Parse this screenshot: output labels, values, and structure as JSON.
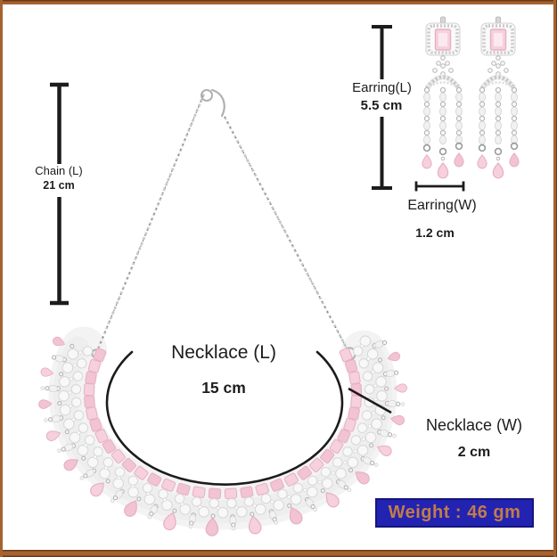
{
  "colors": {
    "ink": "#1c1c1c",
    "frame": "#a6622e",
    "frame_edge": "#6b3918",
    "weight_bg": "#2323b1",
    "weight_border": "#15157e",
    "weight_text": "#c27c4b",
    "pink": "#f6d0dd",
    "pink_deep": "#f2c3d3",
    "pink_stroke": "#e7afc2",
    "silver": "#d7d7d7",
    "silver_dark": "#b0b0b0",
    "bead_fill": "#f8f8f8",
    "bead_stroke": "#d9d9d9",
    "chain_gray": "#c7c7c7",
    "chain_dot": "#6f6f6f"
  },
  "annotations": {
    "chain_length": {
      "label": "Chain (L)",
      "value": "21 cm"
    },
    "earring_length": {
      "label": "Earring(L)",
      "value": "5.5 cm"
    },
    "earring_width": {
      "label": "Earring(W)",
      "value": "1.2 cm"
    },
    "necklace_length": {
      "label": "Necklace (L)",
      "value": "15 cm"
    },
    "necklace_width": {
      "label": "Necklace (W)",
      "value": "2 cm"
    },
    "weight": {
      "label": "Weight : 46 gm"
    }
  }
}
